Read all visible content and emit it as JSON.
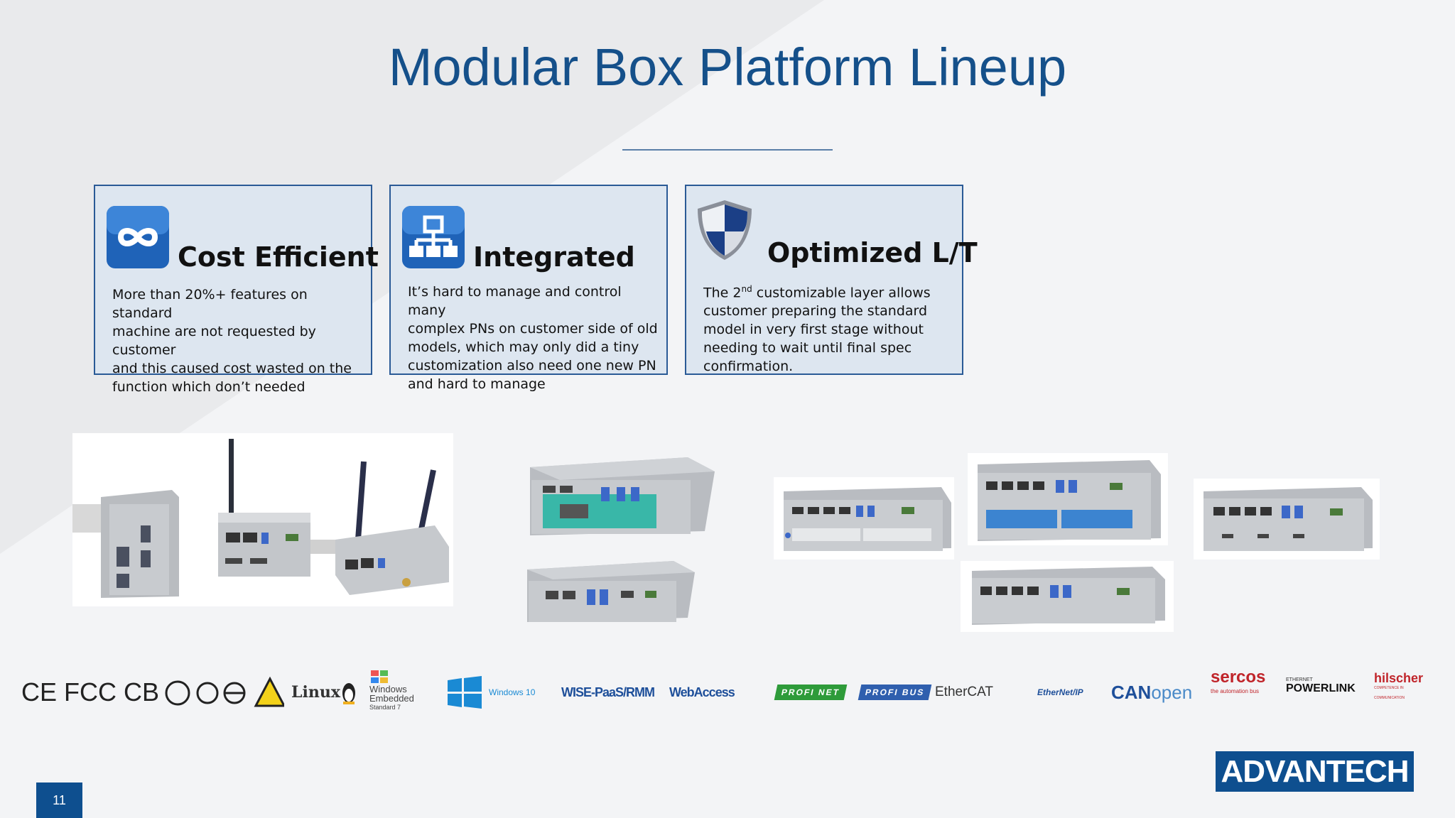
{
  "slide": {
    "title": "Modular Box Platform Lineup",
    "page_number": "11",
    "brand": "ADVANTECH"
  },
  "cards": [
    {
      "icon": "infinity-icon",
      "title": "Cost Efficient",
      "lines": [
        "More than 20%+ features on standard",
        "machine are not requested by customer",
        "and this caused cost wasted on the",
        "function which don’t needed"
      ]
    },
    {
      "icon": "network-hierarchy-icon",
      "title": "Integrated",
      "lines": [
        "It’s hard to manage and control many",
        "complex PNs  on customer side of old",
        "models, which may only did a tiny",
        "customization also need one new PN",
        "and  hard to manage"
      ]
    },
    {
      "icon": "shield-icon",
      "title": "Optimized L/T",
      "line1_pre": "The 2",
      "line1_sup": "nd",
      "line1_post": " customizable layer allows",
      "lines": [
        "customer preparing the standard",
        "model in very first stage without",
        "needing to wait until final spec",
        "confirmation."
      ]
    }
  ],
  "logos": {
    "certs": "CE FCC CB",
    "linux": "Linux",
    "win_embedded": [
      "Windows",
      "Embedded",
      "Standard 7"
    ],
    "windows10": "Windows 10",
    "wise": "WISE-PaaS/RMM",
    "webaccess": "WebAccess",
    "profinet": "PROFI NET",
    "profibus": "PROFI BUS",
    "ethercat": "EtherCAT",
    "ethernetip": "EtherNet/IP",
    "canopen_a": "CAN",
    "canopen_b": "open",
    "sercos": "sercos",
    "sercos_sub": "the automation bus",
    "powerlink_top": "ETHERNET",
    "powerlink": "POWERLINK",
    "hilscher": "hilscher",
    "hilscher_sub": "COMPETENCE IN COMMUNICATION"
  },
  "colors": {
    "title": "#15508a",
    "card_border": "#2a5a96",
    "card_bg": "#dde6f0",
    "brand_bg": "#0e4f8f"
  }
}
